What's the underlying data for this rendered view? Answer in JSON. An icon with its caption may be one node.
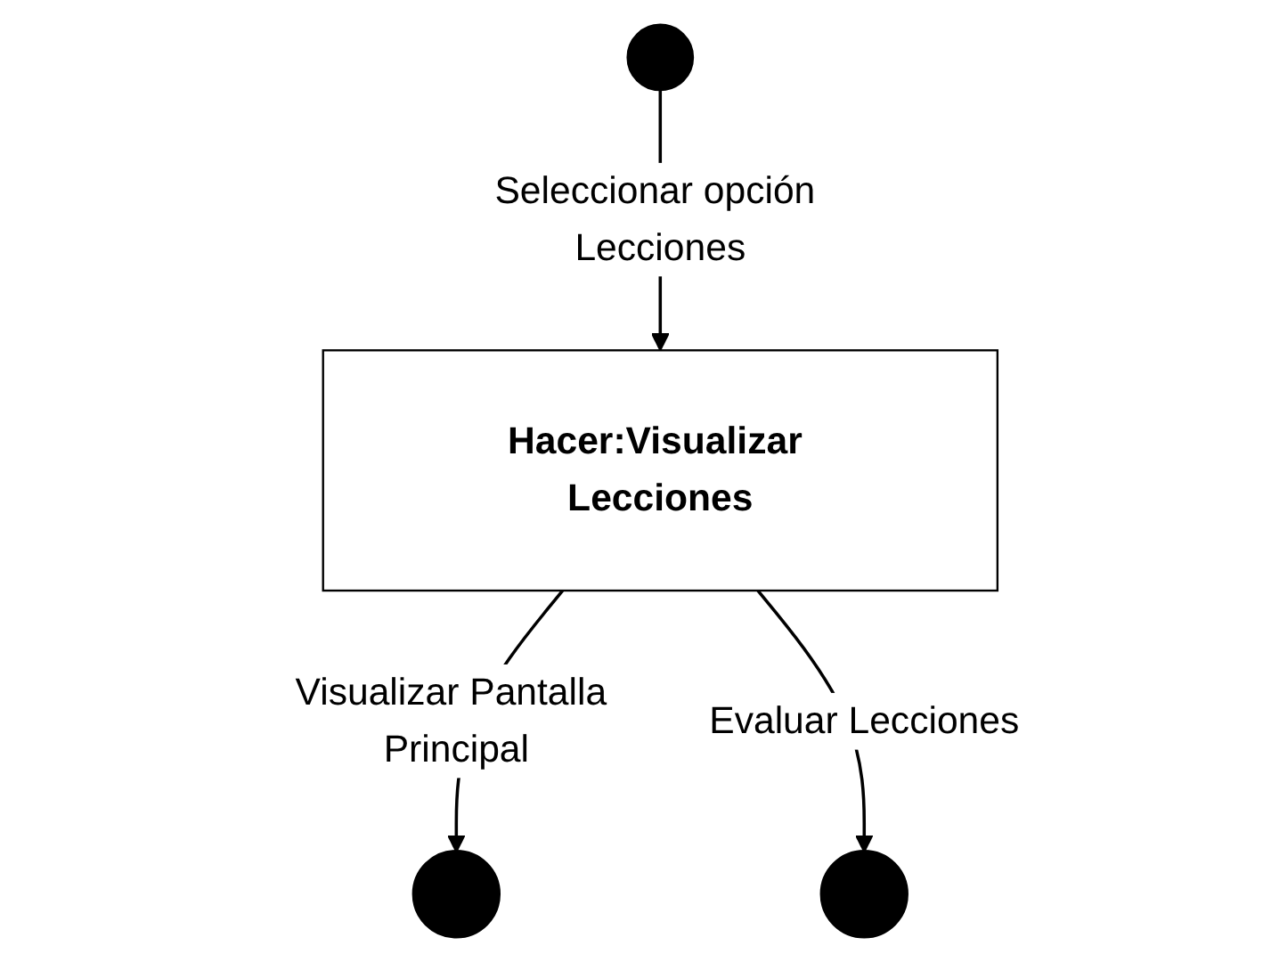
{
  "diagram": {
    "nodes": [
      {
        "text": [],
        "shape": "circle"
      },
      {
        "text": [
          "Hacer:Visualizar Lecciones"
        ]
      },
      {
        "text": [],
        "shape": "circle"
      },
      {
        "text": [],
        "shape": "circle"
      }
    ],
    "edges": [
      {
        "from": 0,
        "to": 1,
        "arrow": "to",
        "label": "Seleccionar opción Lecciones"
      },
      {
        "from": 1,
        "to": 2,
        "arrow": "to",
        "label": "Visualizar Pantalla Principal"
      },
      {
        "from": 1,
        "to": 3,
        "arrow": "to",
        "label": "Evaluar Lecciones"
      }
    ]
  }
}
